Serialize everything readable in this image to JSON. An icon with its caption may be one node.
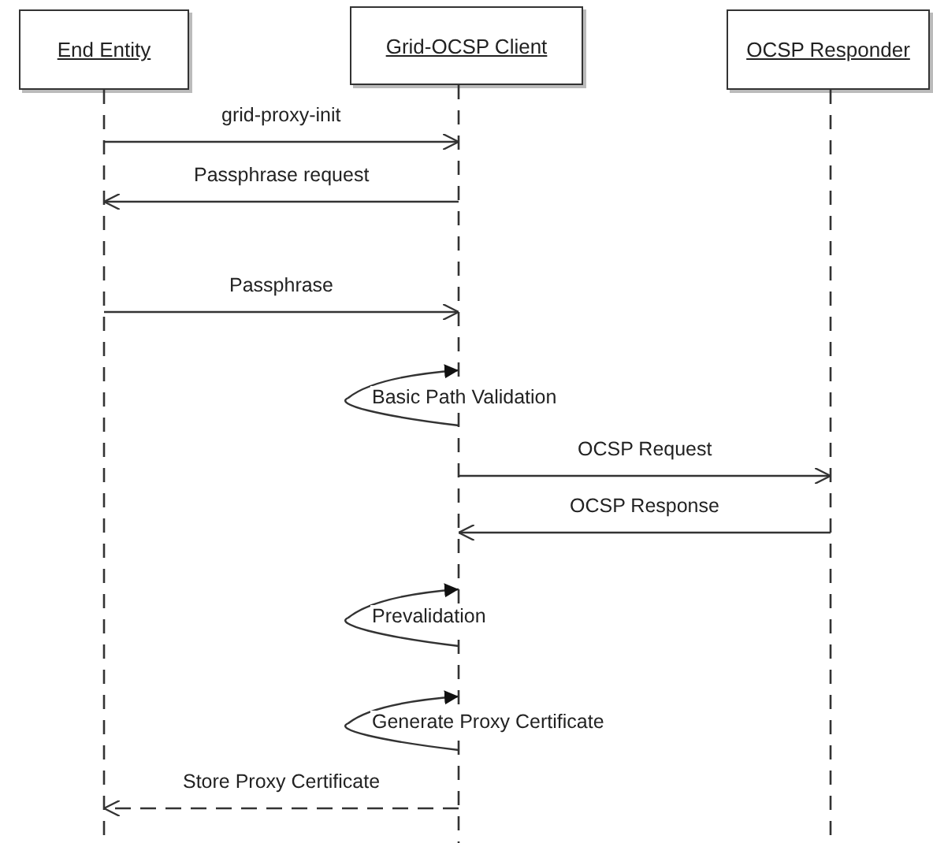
{
  "diagram": {
    "nodes": [
      {
        "text": [
          "End Entity"
        ]
      },
      {
        "text": [
          "Grid-OCSP Client"
        ]
      },
      {
        "text": [
          "OCSP Responder"
        ]
      }
    ],
    "edges": [
      {
        "from": 0,
        "to": 1,
        "arrow": "to",
        "label": "grid-proxy-init"
      },
      {
        "from": 1,
        "to": 0,
        "arrow": "to",
        "label": "Passphrase request"
      },
      {
        "from": 0,
        "to": 1,
        "arrow": "to",
        "label": "Passphrase"
      },
      {
        "from": 1,
        "to": 1,
        "arrow": "to",
        "label": "Basic Path Validation"
      },
      {
        "from": 1,
        "to": 2,
        "arrow": "to",
        "label": "OCSP Request"
      },
      {
        "from": 2,
        "to": 1,
        "arrow": "to",
        "label": "OCSP Response"
      },
      {
        "from": 1,
        "to": 1,
        "arrow": "to",
        "label": "Prevalidation"
      },
      {
        "from": 1,
        "to": 1,
        "arrow": "to",
        "label": "Generate Proxy Certificate"
      },
      {
        "from": 1,
        "to": 0,
        "arrow": "to",
        "label": "Store Proxy Certificate",
        "style": "dashed"
      }
    ]
  }
}
